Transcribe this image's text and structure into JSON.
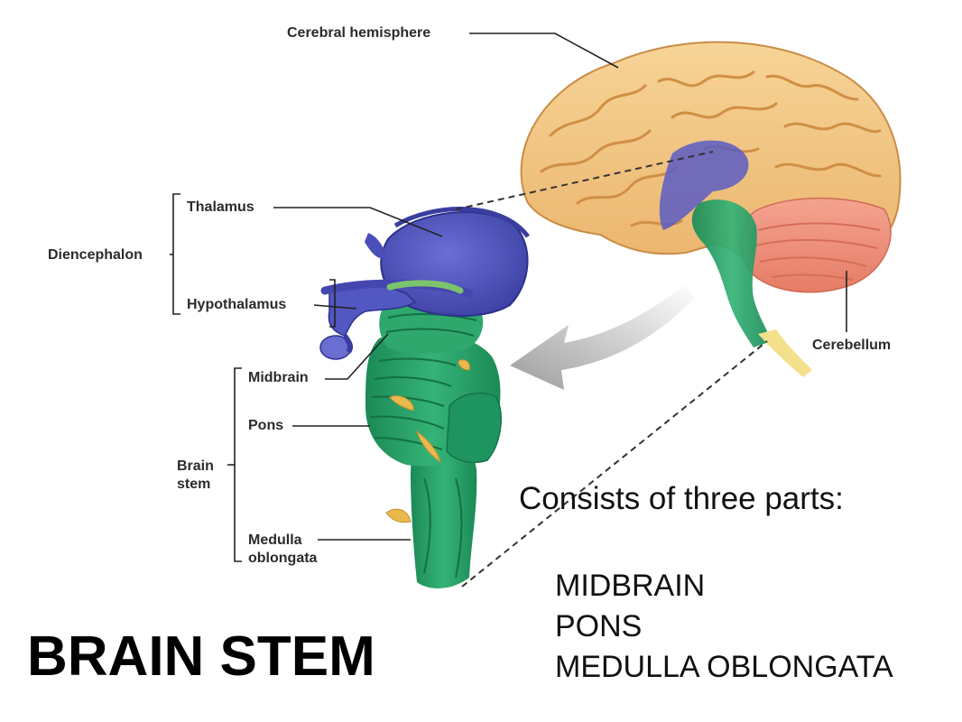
{
  "labels": {
    "cerebral_hemisphere": "Cerebral hemisphere",
    "thalamus": "Thalamus",
    "diencephalon": "Diencephalon",
    "hypothalamus": "Hypothalamus",
    "midbrain": "Midbrain",
    "pons": "Pons",
    "brain": "Brain",
    "stem": "stem",
    "medulla": "Medulla",
    "oblongata": "oblongata",
    "cerebellum": "Cerebellum"
  },
  "title": "BRAIN STEM",
  "note": "Consists of three parts:",
  "parts": [
    "MIDBRAIN",
    "PONS",
    "MEDULLA OBLONGATA"
  ],
  "colors": {
    "cerebrum": "#f2c27e",
    "cerebrum_fold": "#d99a4e",
    "thalamus": "#4b4fb8",
    "brainstem": "#2aa06a",
    "brainstem_dark": "#167a4c",
    "cerebellum": "#ef8f7c",
    "nerve": "#e6b84a",
    "arrow": "#a8a8a8"
  }
}
